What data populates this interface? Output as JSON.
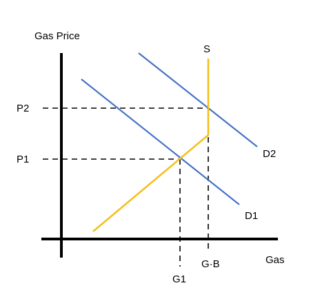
{
  "diagram": {
    "y_axis_label": "Gas Price",
    "x_axis_label": "Gas",
    "price_labels": {
      "p1": "P1",
      "p2": "P2"
    },
    "quantity_labels": {
      "g1": "G1",
      "gb": "G·B"
    },
    "curve_labels": {
      "supply": "S",
      "demand1": "D1",
      "demand2": "D2"
    },
    "colors": {
      "demand": "#4472c4",
      "supply": "#f5bf1d",
      "axis": "#000000",
      "guides": "#000000"
    }
  }
}
